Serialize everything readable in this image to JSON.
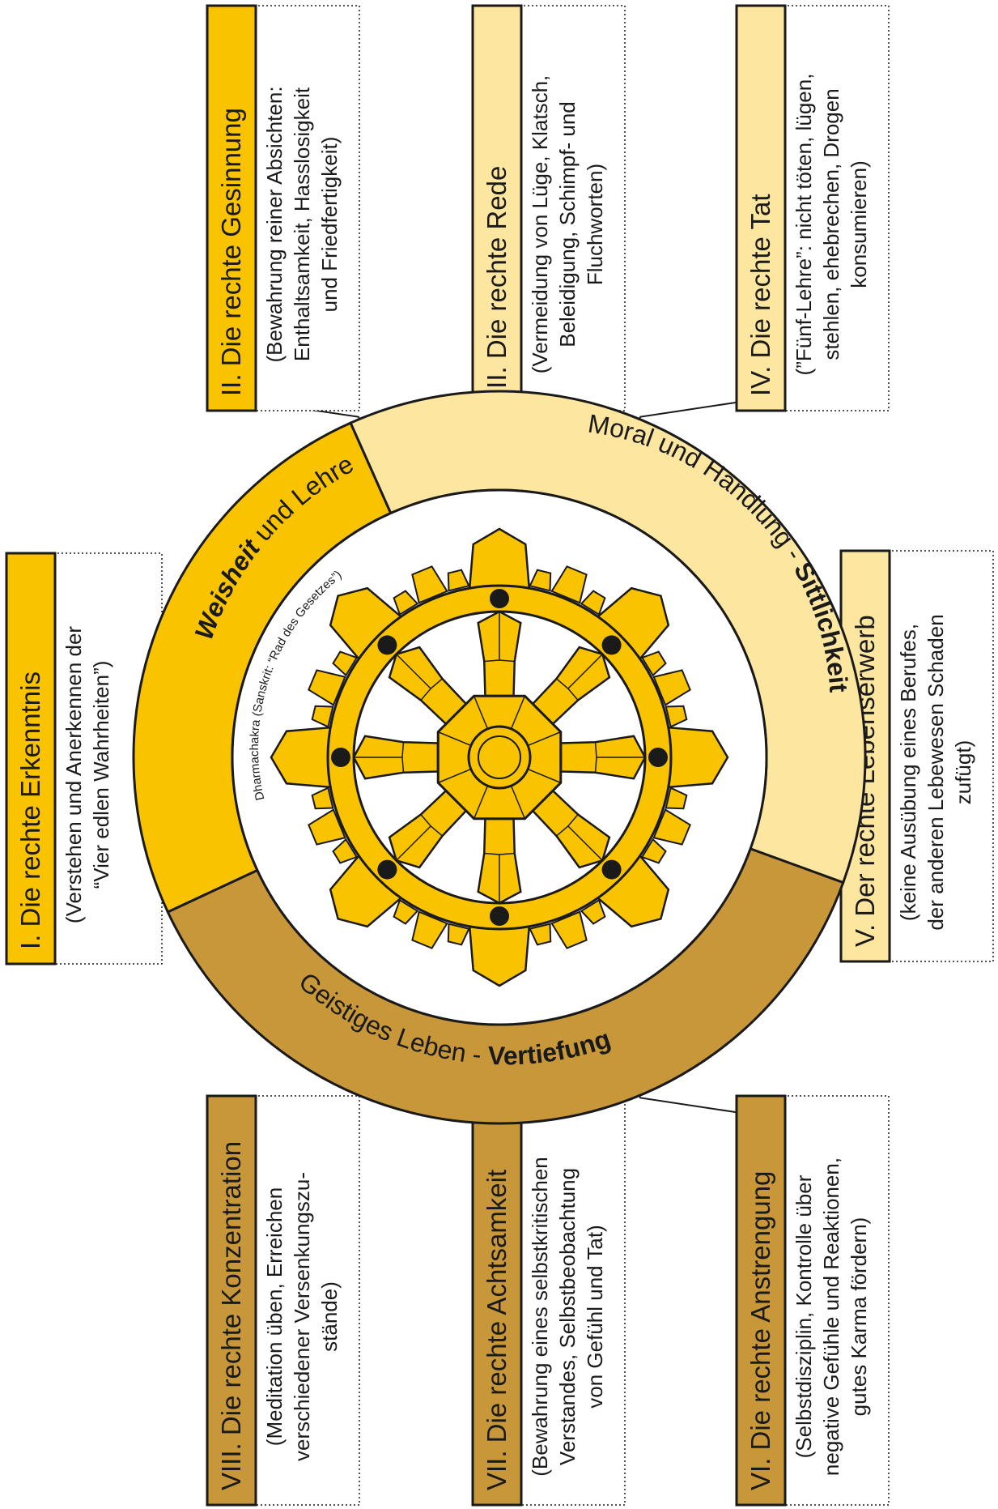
{
  "colors": {
    "dark_gold": "#f9c300",
    "light_gold": "#fde6a0",
    "brown": "#c8973a",
    "outline": "#1a1a1a"
  },
  "paths": [
    {
      "title": "I. Die rechte Erkenntnis",
      "desc": [
        "(Verstehen und Anerkennen der",
        "“Vier edlen Wahrheiten”)"
      ],
      "group": "dark"
    },
    {
      "title": "II. Die rechte Gesinnung",
      "desc": [
        "(Bewahrung reiner Absichten:",
        "Enthaltsamkeit, Hasslosigkeit",
        "und Friedfertigkeit)"
      ],
      "group": "dark"
    },
    {
      "title": "III. Die rechte Rede",
      "desc": [
        "(Vermeidung von Lüge, Klatsch,",
        "Beleidigung, Schimpf- und",
        "Fluchworten)"
      ],
      "group": "light"
    },
    {
      "title": "IV. Die rechte Tat",
      "desc": [
        "(”Fünf-Lehre”: nicht töten, lügen,",
        "stehlen, ehebrechen, Drogen",
        "konsumieren)"
      ],
      "group": "light"
    },
    {
      "title": "V. Der rechte Lebenserwerb",
      "desc": [
        "(keine Ausübung eines Berufes,",
        "der anderen Lebewesen Schaden",
        "zufügt)"
      ],
      "group": "light"
    },
    {
      "title": "VI. Die rechte Anstrengung",
      "desc": [
        "(Selbstdisziplin, Kontrolle über",
        "negative Gefühle und Reaktionen,",
        "gutes Karma fördern)"
      ],
      "group": "brown"
    },
    {
      "title": "VII. Die rechte Achtsamkeit",
      "desc": [
        "(Bewahrung eines selbstkritischen",
        "Verstandes, Selbstbeobachtung",
        "von Gefühl und Tat)"
      ],
      "group": "brown"
    },
    {
      "title": "VIII. Die rechte Konzentration",
      "desc": [
        "(Meditation üben, Erreichen",
        "verschiedener Versenkungszu-",
        "stände)"
      ],
      "group": "brown"
    }
  ],
  "ring_labels": {
    "wisdom_bold": "Weisheit",
    "wisdom_rest": " und Lehre",
    "moral_rest": "Moral und Handlung - ",
    "moral_bold": "Sittlichkeit",
    "spirit_rest": "Geistiges Leben - ",
    "spirit_bold": "Vertiefung"
  },
  "wheel_caption": "Dharmachakra (Sanskrit: “Rad des Gesetzes”)"
}
